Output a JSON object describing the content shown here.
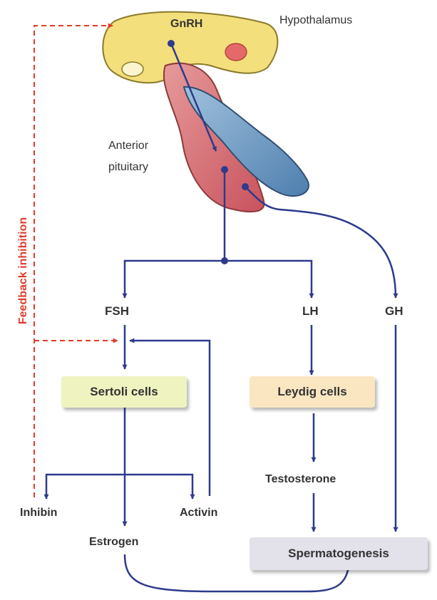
{
  "labels": {
    "gnrh": "GnRH",
    "hypothalamus": "Hypothalamus",
    "anterior_pituitary_line1": "Anterior",
    "anterior_pituitary_line2": "pituitary",
    "fsh": "FSH",
    "lh": "LH",
    "gh": "GH",
    "sertoli_cells": "Sertoli cells",
    "leydig_cells": "Leydig cells",
    "testosterone": "Testosterone",
    "inhibin": "Inhibin",
    "activin": "Activin",
    "estrogen": "Estrogen",
    "spermatogenesis": "Spermatogenesis",
    "feedback_inhibition": "Feedback inhibition"
  },
  "colors": {
    "arrow": "#2e3a8c",
    "feedback": "#e03a2a",
    "hypothalamus": "#f3df7c",
    "pituitary_anterior": "#d9747a",
    "pituitary_posterior": "#6f9bc4",
    "sertoli_box": "#eef3c0",
    "leydig_box": "#fbe6c2",
    "spermatogenesis_box": "#e3e1ea"
  }
}
